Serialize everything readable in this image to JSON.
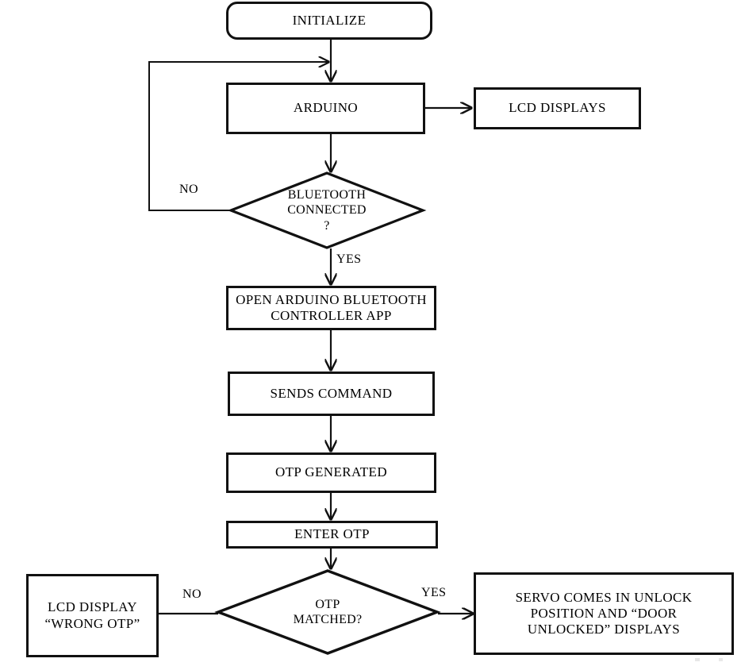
{
  "diagram": {
    "title": "Bluetooth OTP Door Lock Flowchart",
    "type": "flowchart",
    "stroke_color": "#111111",
    "background_color": "#ffffff",
    "nodes": [
      {
        "id": "initialize",
        "shape": "rounded-rectangle",
        "label": "INITIALIZE"
      },
      {
        "id": "arduino",
        "shape": "rectangle",
        "label": "ARDUINO"
      },
      {
        "id": "lcd_displays",
        "shape": "rectangle",
        "label": "LCD  DISPLAYS"
      },
      {
        "id": "bt_check",
        "shape": "diamond",
        "label": "BLUETOOTH\nCONNECTED\n?"
      },
      {
        "id": "open_app",
        "shape": "rectangle",
        "label": "OPEN ARDUINO BLUETOOTH\nCONTROLLER APP"
      },
      {
        "id": "sends_cmd",
        "shape": "rectangle",
        "label": "SENDS  COMMAND"
      },
      {
        "id": "otp_gen",
        "shape": "rectangle",
        "label": "OTP GENERATED"
      },
      {
        "id": "enter_otp",
        "shape": "rectangle",
        "label": "ENTER  OTP"
      },
      {
        "id": "otp_match",
        "shape": "diamond",
        "label": "OTP\nMATCHED?"
      },
      {
        "id": "wrong_otp",
        "shape": "rectangle",
        "label": "LCD  DISPLAY\n“WRONG OTP”"
      },
      {
        "id": "servo_unlock",
        "shape": "rectangle",
        "label": "SERVO  COMES  IN  UNLOCK\nPOSITION  AND  “DOOR\nUNLOCKED”  DISPLAYS"
      }
    ],
    "edge_labels": {
      "bt_no": "NO",
      "bt_yes": "YES",
      "otp_no": "NO",
      "otp_yes": "YES"
    },
    "edges": [
      {
        "from": "initialize",
        "to": "arduino",
        "label": ""
      },
      {
        "from": "arduino",
        "to": "lcd_displays",
        "label": ""
      },
      {
        "from": "arduino",
        "to": "bt_check",
        "label": ""
      },
      {
        "from": "bt_check",
        "to": "arduino",
        "label": "NO"
      },
      {
        "from": "bt_check",
        "to": "open_app",
        "label": "YES"
      },
      {
        "from": "open_app",
        "to": "sends_cmd",
        "label": ""
      },
      {
        "from": "sends_cmd",
        "to": "otp_gen",
        "label": ""
      },
      {
        "from": "otp_gen",
        "to": "enter_otp",
        "label": ""
      },
      {
        "from": "enter_otp",
        "to": "otp_match",
        "label": ""
      },
      {
        "from": "otp_match",
        "to": "wrong_otp",
        "label": "NO"
      },
      {
        "from": "otp_match",
        "to": "servo_unlock",
        "label": "YES"
      }
    ]
  }
}
